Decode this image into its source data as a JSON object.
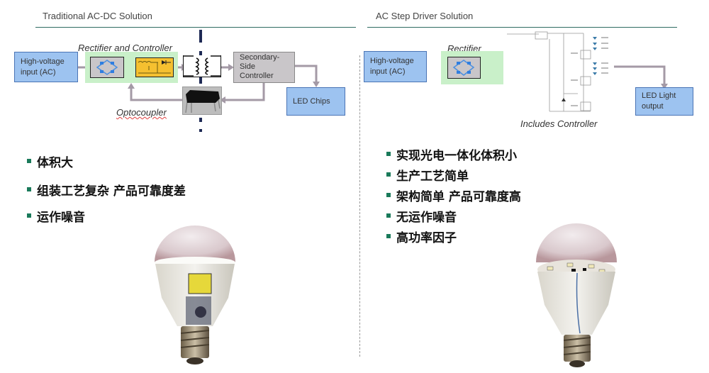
{
  "left": {
    "title": "Traditional AC-DC Solution",
    "input_box": [
      "High-voltage",
      "input (AC)"
    ],
    "rectifier_controller_label": "Rectifier and Controller",
    "secondary_box": [
      "Secondary-",
      "Side",
      "Controller"
    ],
    "led_box": "LED Chips",
    "optocoupler_label": "Optocoupler",
    "bullets": [
      "体积大",
      "组装工艺复杂 产品可靠度差",
      "运作噪音"
    ]
  },
  "right": {
    "title": "AC Step Driver Solution",
    "input_box": [
      "High-voltage",
      "input (AC)"
    ],
    "rectifier_label": "Rectifier",
    "controller_label": "Includes Controller",
    "led_box": [
      "LED Light",
      "output"
    ],
    "bullets": [
      "实现光电一体化体积小",
      "生产工艺简单",
      "架构简单 产品可靠度高",
      "无运作噪音",
      "高功率因子"
    ]
  },
  "colors": {
    "accent_rule": "#2e6b62",
    "box_blue": "#9dc3f0",
    "box_green": "#c9f0c9",
    "bullet": "#1a7a5a"
  }
}
